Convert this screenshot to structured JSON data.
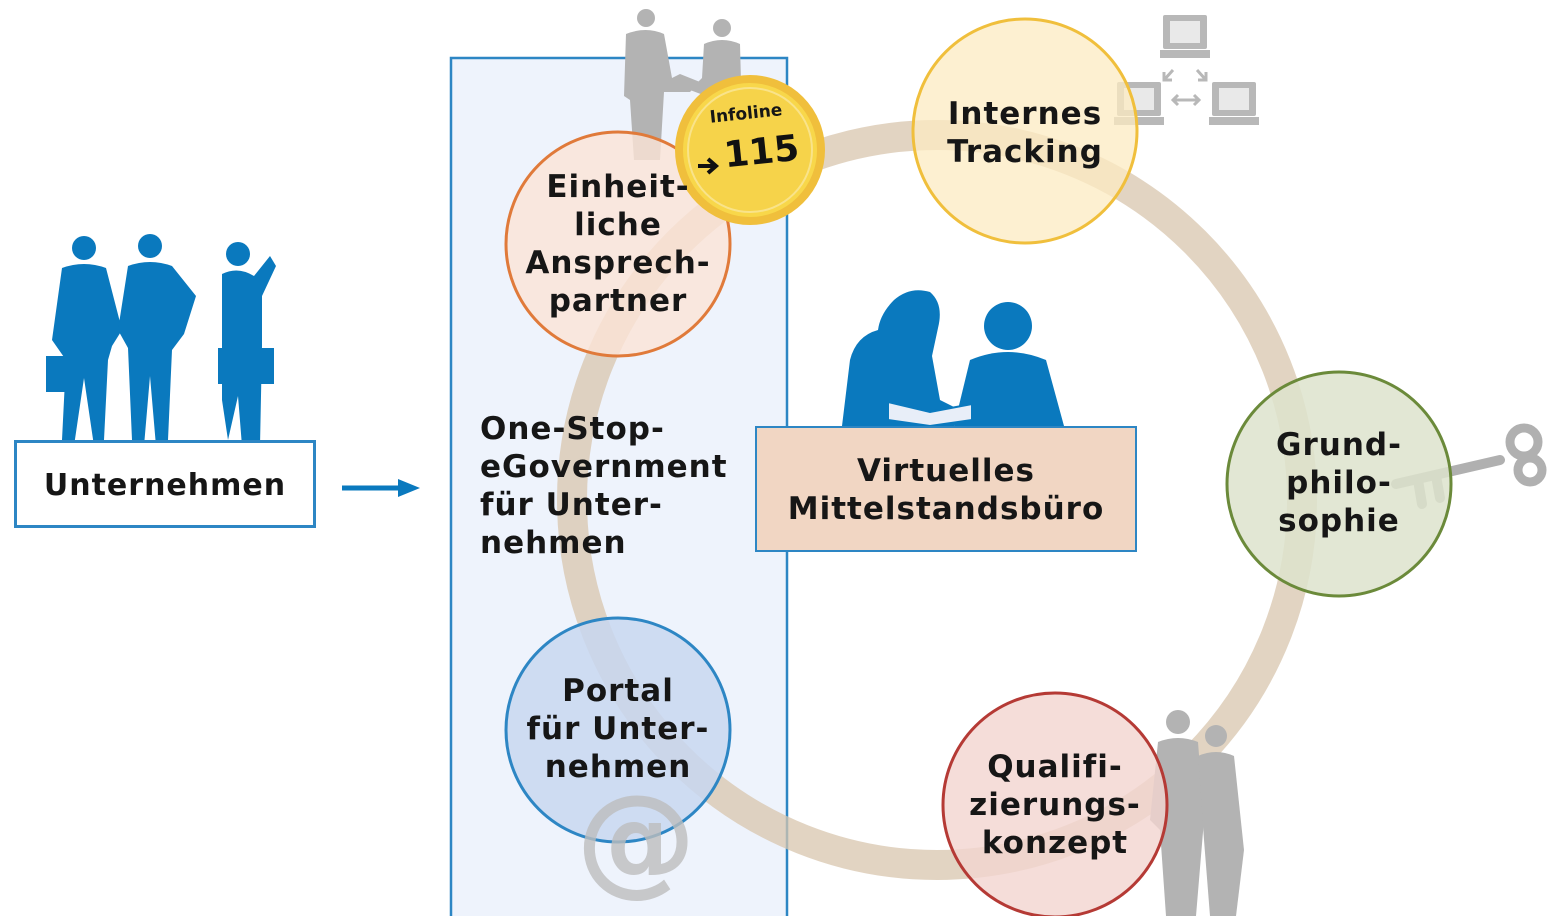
{
  "start": {
    "label": "Unternehmen"
  },
  "panel": {
    "title": "One-Stop-\neGovernment\nfür Unter-\nnehmen"
  },
  "nodes": {
    "ansprechpartner": "Einheit-\nliche\nAnsprech-\npartner",
    "tracking": "Internes\nTracking",
    "grundphilosophie": "Grund-\nphilo-\nsophie",
    "qualifizierung": "Qualifi-\nzierungs-\nkonzept",
    "portal": "Portal\nfür Unter-\nnehmen"
  },
  "infoline": {
    "label": "Infoline",
    "number": "115"
  },
  "center": {
    "label": "Virtuelles\nMittelstandsbüro"
  },
  "icons": [
    "businesspeople-icon",
    "arrow-right-icon",
    "handshake-icon",
    "computer-network-icon",
    "meeting-people-icon",
    "key-icon",
    "couple-icon",
    "at-sign-icon"
  ],
  "colors": {
    "blue": "#0a79be",
    "panel": "#eef3fc",
    "ring": "#d8c6ad",
    "orange": "#e07a3a",
    "yellow": "#f0bf3c",
    "green": "#6b8a3a",
    "red": "#b53a35",
    "gray": "#a8a8a8",
    "center": "#f1d6c3"
  }
}
